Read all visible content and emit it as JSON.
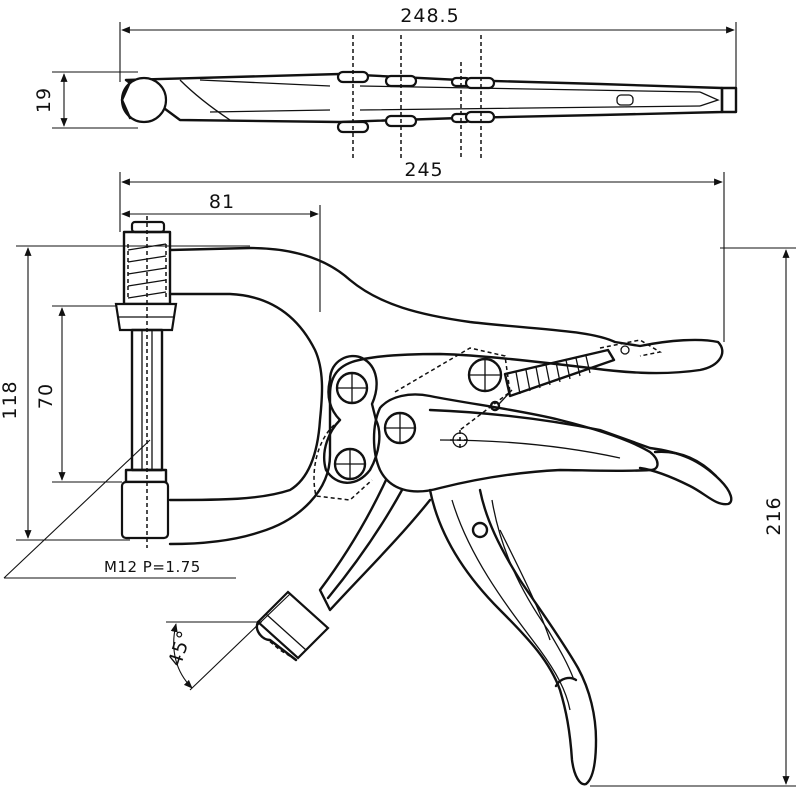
{
  "drawing": {
    "dimensions": {
      "overall_length_top": "248.5",
      "thickness": "19",
      "length_side": "245",
      "throat_depth": "81",
      "jaw_height": "118",
      "opening": "70",
      "overall_height": "216",
      "angle": "45°"
    },
    "thread_spec": "M12 P=1.75"
  }
}
